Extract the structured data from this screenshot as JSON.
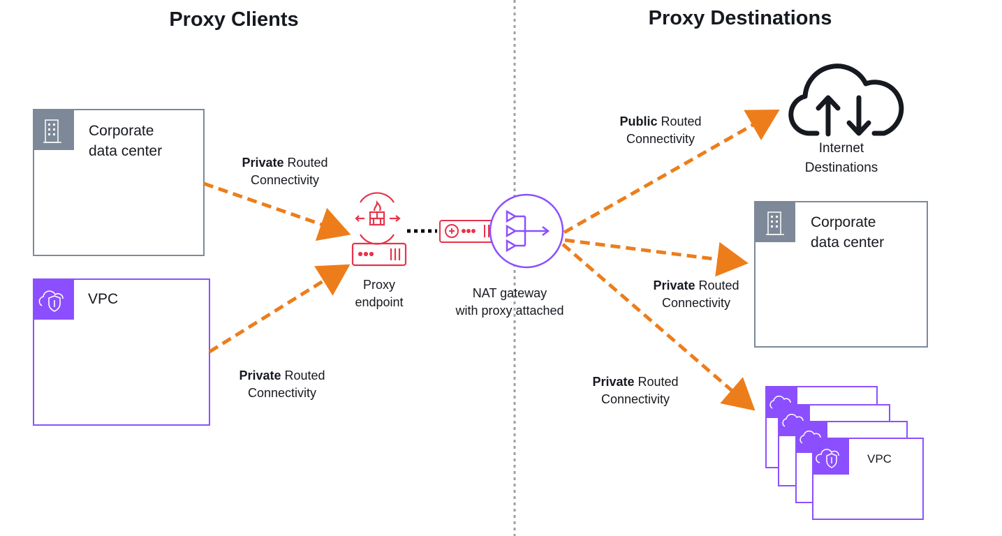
{
  "headings": {
    "left": "Proxy Clients",
    "right": "Proxy Destinations"
  },
  "clients": {
    "datacenter": {
      "label_line1": "Corporate",
      "label_line2": "data center"
    },
    "vpc": {
      "label": "VPC"
    }
  },
  "edges": {
    "client_dc": {
      "bold": "Private",
      "rest": " Routed",
      "line2": "Connectivity"
    },
    "client_vpc": {
      "bold": "Private",
      "rest": " Routed",
      "line2": "Connectivity"
    },
    "dest_internet": {
      "bold": "Public",
      "rest": " Routed",
      "line2": "Connectivity"
    },
    "dest_dc": {
      "bold": "Private",
      "rest": " Routed",
      "line2": "Connectivity"
    },
    "dest_vpcs": {
      "bold": "Private",
      "rest": " Routed",
      "line2": "Connectivity"
    }
  },
  "nodes": {
    "proxy_endpoint": {
      "line1": "Proxy",
      "line2": "endpoint"
    },
    "nat_gateway": {
      "line1": "NAT gateway",
      "line2": "with proxy attached"
    },
    "internet": {
      "line1": "Internet",
      "line2": "Destinations"
    }
  },
  "destinations": {
    "datacenter": {
      "label_line1": "Corporate",
      "label_line2": "data center"
    },
    "vpc_stack": {
      "label": "VPC"
    }
  },
  "icons": {
    "building": "building-icon",
    "vpc": "vpc-cloud-shield-icon",
    "proxy": "firewall-proxy-icon",
    "nat": "nat-gateway-icon",
    "cloud": "cloud-upload-download-icon"
  },
  "colors": {
    "arrow": "#ed7d1a",
    "vpc": "#8c4fff",
    "proxy": "#e7334a",
    "gray": "#7d8998",
    "divider": "#9aa0a6",
    "text": "#16191f"
  }
}
